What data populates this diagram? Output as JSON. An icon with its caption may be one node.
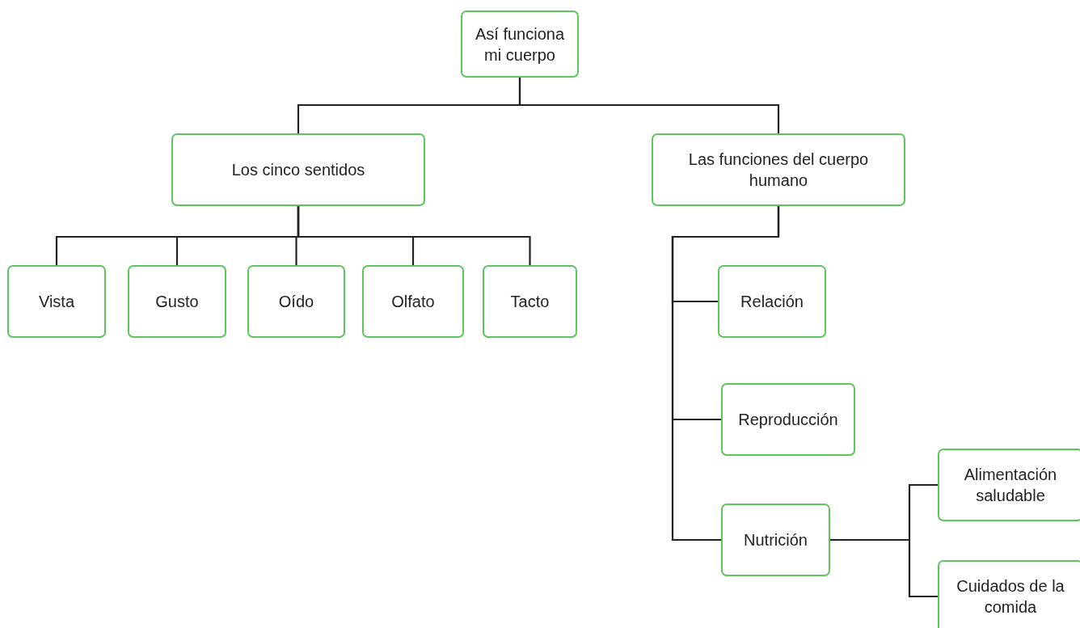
{
  "diagram": {
    "nodes": [
      {
        "text": [
          "Así funciona mi cuerpo"
        ]
      },
      {
        "text": [
          "Los cinco sentidos"
        ]
      },
      {
        "text": [
          "Las funciones del cuerpo humano"
        ]
      },
      {
        "text": [
          "Vista"
        ]
      },
      {
        "text": [
          "Gusto"
        ]
      },
      {
        "text": [
          "Oído"
        ]
      },
      {
        "text": [
          "Olfato"
        ]
      },
      {
        "text": [
          "Tacto"
        ]
      },
      {
        "text": [
          "Relación"
        ]
      },
      {
        "text": [
          "Reproducción"
        ]
      },
      {
        "text": [
          "Nutrición"
        ]
      },
      {
        "text": [
          "Alimentación saludable"
        ]
      },
      {
        "text": [
          "Cuidados de la comida"
        ]
      }
    ],
    "edges": [
      {
        "from": 0,
        "to": 1,
        "arrow": "none"
      },
      {
        "from": 0,
        "to": 2,
        "arrow": "none"
      },
      {
        "from": 1,
        "to": 3,
        "arrow": "none"
      },
      {
        "from": 1,
        "to": 4,
        "arrow": "none"
      },
      {
        "from": 1,
        "to": 5,
        "arrow": "none"
      },
      {
        "from": 1,
        "to": 6,
        "arrow": "none"
      },
      {
        "from": 1,
        "to": 7,
        "arrow": "none"
      },
      {
        "from": 2,
        "to": 8,
        "arrow": "none"
      },
      {
        "from": 2,
        "to": 9,
        "arrow": "none"
      },
      {
        "from": 2,
        "to": 10,
        "arrow": "none"
      },
      {
        "from": 10,
        "to": 11,
        "arrow": "none"
      },
      {
        "from": 10,
        "to": 12,
        "arrow": "none"
      }
    ]
  }
}
